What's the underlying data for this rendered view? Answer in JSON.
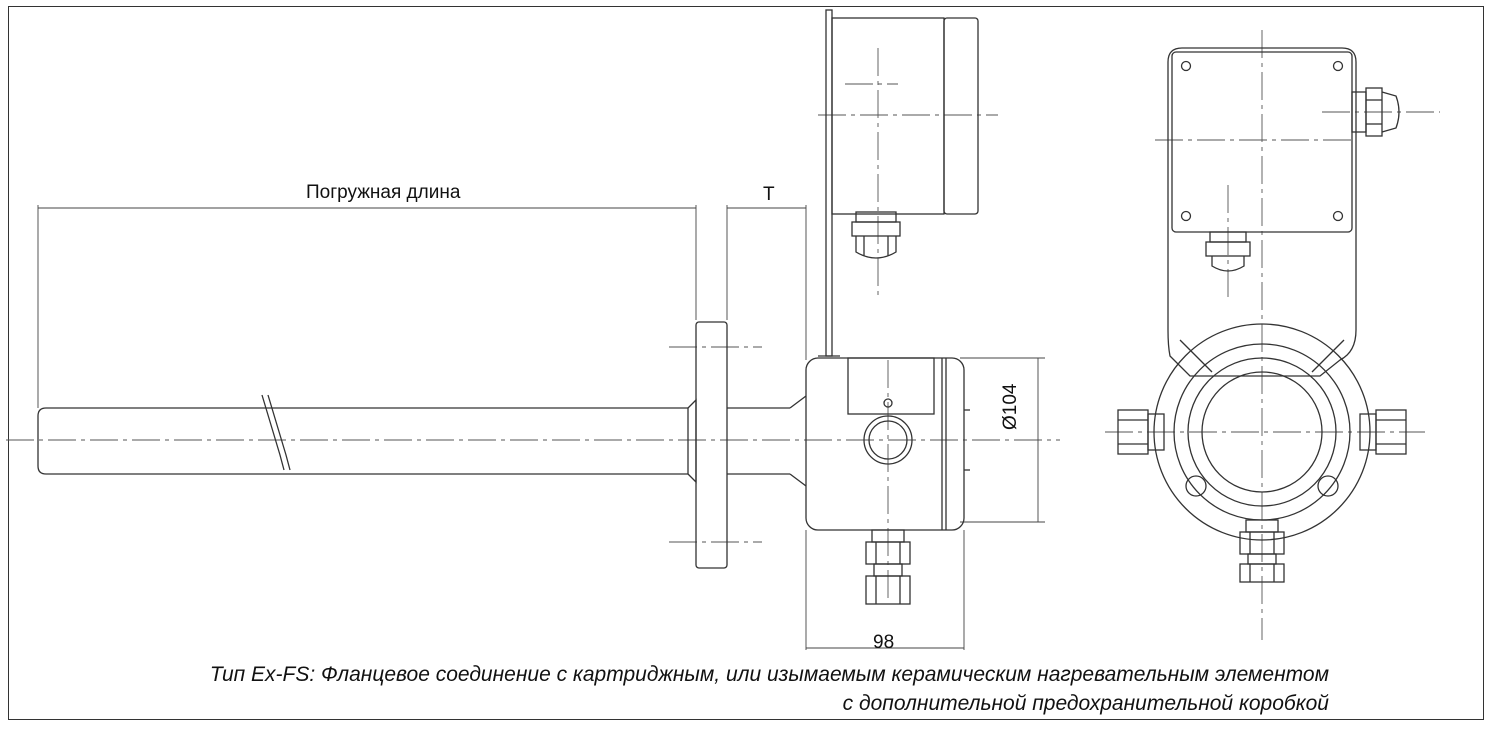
{
  "dimensions": {
    "immersion_length": "Погружная длина",
    "flange_thickness": "T",
    "housing_length": "98",
    "housing_diameter": "Ø104"
  },
  "caption": {
    "line1": "Тип Ex-FS: Фланцевое соединение с картриджным, или изымаемым керамическим нагревательным элементом",
    "line2": "с дополнительной предохранительной коробкой"
  }
}
